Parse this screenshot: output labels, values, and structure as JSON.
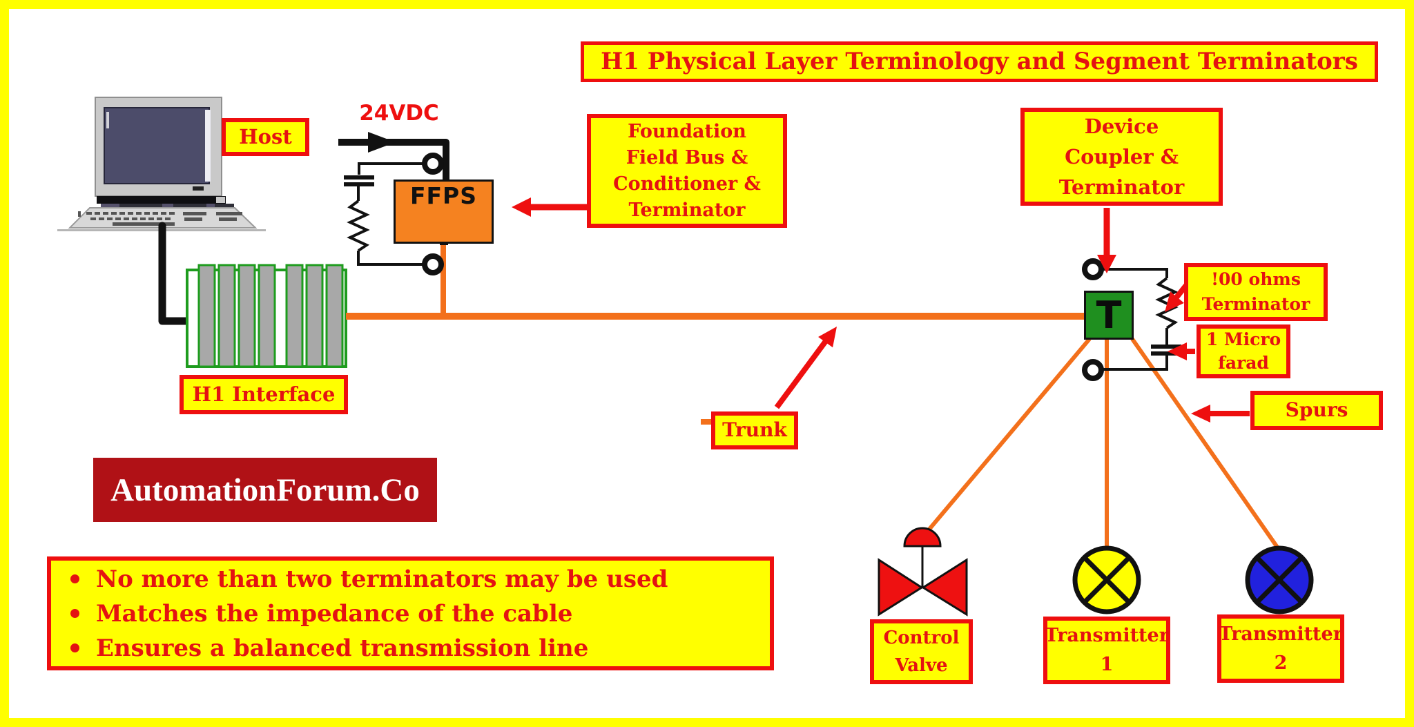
{
  "title": "H1 Physical Layer Terminology and Segment Terminators",
  "diagram": {
    "host_label": "Host",
    "supply_voltage": "24VDC",
    "ffps": {
      "name": "FFPS"
    },
    "h1_interface_label": "H1 Interface",
    "foundation_note": "Foundation\nField Bus &\nConditioner &\nTerminator",
    "device_coupler_note": "Device\nCoupler &\nTerminator",
    "terminator_symbol": "T",
    "ohms_note": "!00 ohms\nTerminator",
    "capacitor_note": "1 Micro\nfarad",
    "spurs_label": "Spurs",
    "trunk_label": "Trunk",
    "devices": {
      "control_valve": "Control\nValve",
      "transmitter_1": "Transmitter\n1",
      "transmitter_2": "Transmitter\n2"
    }
  },
  "branding": {
    "watermark": "AutomationForum.Co"
  },
  "notes": [
    "No more than two terminators may be used",
    "Matches the impedance of the cable",
    "Ensures a balanced transmission line"
  ],
  "colors": {
    "frame_yellow": "#FFFF00",
    "label_bg": "#FFFF00",
    "label_border": "#EE0F0F",
    "label_text": "#E41212",
    "cable_orange": "#F3701B",
    "ffps_orange": "#F58220",
    "terminator_green": "#1F8F1F",
    "banner_bg": "#B01116",
    "banner_text": "#FFFFFF",
    "valve_red": "#EE1111",
    "transmitter1_fill": "#FFFF00",
    "transmitter2_fill": "#2121DE",
    "monitor_screen": "#4C4C6A",
    "wire_black": "#111111"
  }
}
